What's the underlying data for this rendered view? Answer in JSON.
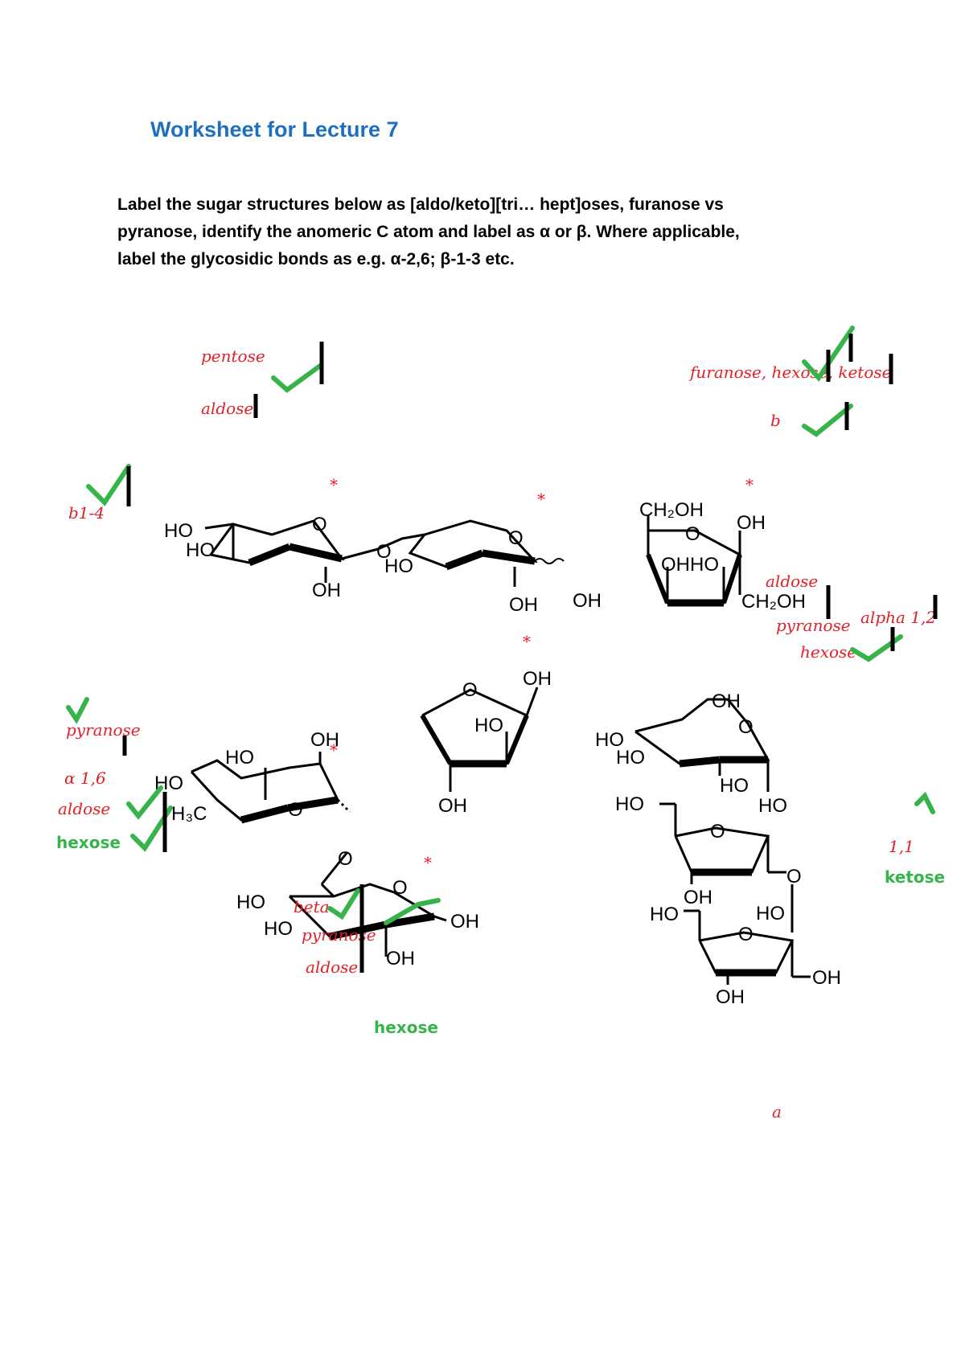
{
  "document": {
    "title": "Worksheet for Lecture 7",
    "instructions": [
      "Label the sugar structures below as [aldo/keto][tri… hept]oses, furanose vs",
      "pyranose, identify the anomeric C atom and label as α or β. Where applicable,",
      "label the glycosidic bonds as e.g. α-2,6; β-1-3 etc."
    ]
  },
  "chem": {
    "ho": "HO",
    "oh": "OH",
    "o": "O",
    "ch2oh": "CH₂OH",
    "ohho": "OHHO",
    "ch2oh_b": "CH₂OH",
    "h3c": "H₃C",
    "hoo": "HO",
    "minus_oh": "—OH",
    "lo": "└O"
  },
  "annotations": {
    "pentose": "pentose",
    "aldose": "aldose",
    "furanose_hexose_ketose": "furanose, hexose, ketose",
    "b_1_4": "b1-4",
    "alpha_1_2": "alpha 1,2",
    "aldose_pyranose_hexose": [
      "aldose",
      "pyranose",
      "hexose"
    ],
    "pyranose_left": "pyranose",
    "alpha_1_6": "α 1,6",
    "aldose_left": "aldose",
    "hexose_left": "hexose",
    "beta_pyranose_aldose": [
      "beta",
      "pyranose",
      "aldose"
    ],
    "hexose_bottom": "hexose",
    "one_one": "1,1",
    "ketose_right": "ketose",
    "a_mark": "a",
    "b_mark": "b",
    "star": "*"
  },
  "colors": {
    "title_blue": "#1f6fbf",
    "ink_red": "#e3202a",
    "ink_green": "#36b34a",
    "bond_black": "#000000"
  }
}
